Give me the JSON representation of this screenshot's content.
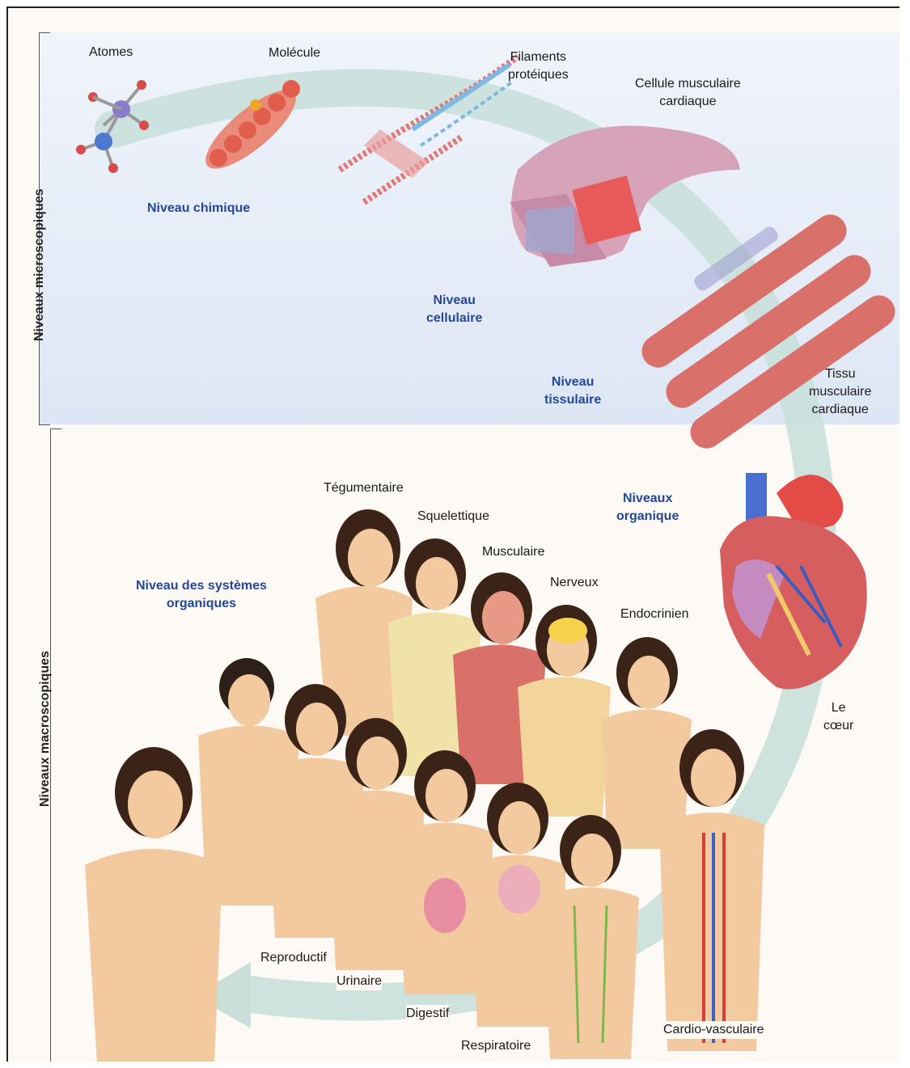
{
  "side_labels": {
    "micro": "Niveaux microscopiques",
    "macro": "Niveaux macroscopiques"
  },
  "levels": {
    "chemical": "Niveau chimique",
    "cellular": [
      "Niveau",
      "cellulaire"
    ],
    "tissue": [
      "Niveau",
      "tissulaire"
    ],
    "organ": [
      "Niveaux",
      "organique"
    ],
    "systems": [
      "Niveau des systèmes",
      "organiques"
    ]
  },
  "labels": {
    "atoms": "Atomes",
    "molecule": "Molécule",
    "filaments": [
      "Filaments",
      "protéiques"
    ],
    "muscle_cell": [
      "Cellule musculaire",
      "cardiaque"
    ],
    "tissue": [
      "Tissu",
      "musculaire",
      "cardiaque"
    ],
    "heart": [
      "Le",
      "cœur"
    ]
  },
  "systems": {
    "integumentary": "Tégumentaire",
    "skeletal": "Squelettique",
    "muscular": "Musculaire",
    "nervous": "Nerveux",
    "endocrine": "Endocrinien",
    "reproductive": "Reproductif",
    "urinary": "Urinaire",
    "digestive": "Digestif",
    "respiratory": "Respiratoire",
    "cardiovascular": "Cardio-vasculaire"
  },
  "colors": {
    "level_text": "#24479b",
    "arrow": "#c9e0da",
    "skin": "#f3c9a0",
    "muscle": "#d9706a",
    "hair": "#3b2417"
  }
}
